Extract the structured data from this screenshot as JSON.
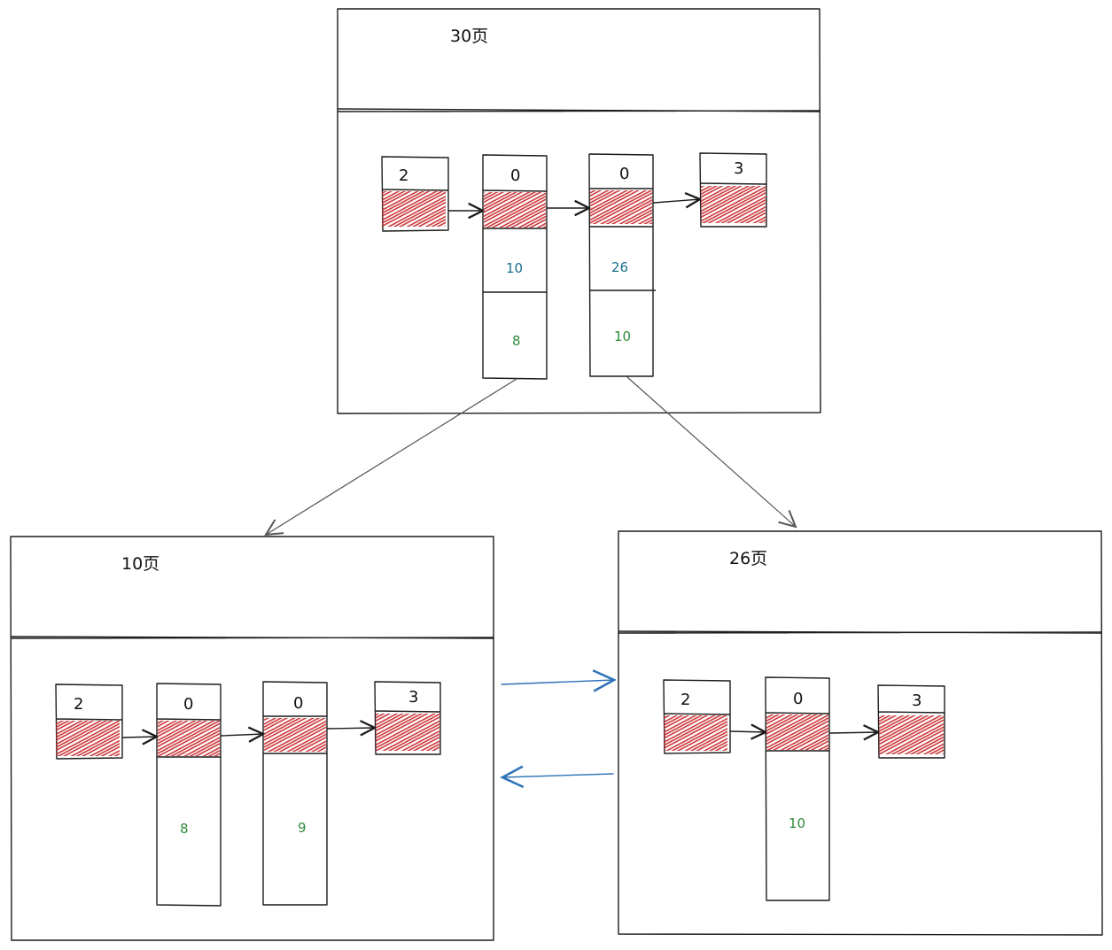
{
  "colors": {
    "outline": "#1c1c1c",
    "scribble": "#c8272b",
    "teal_value": "#1a6f8f",
    "green_value": "#2f8a3a",
    "child_arrow": "#555555",
    "sibling_arrow": "#2f73b8"
  },
  "pages": {
    "root": {
      "title": "30页",
      "records": {
        "infimum": {
          "header": "2"
        },
        "rec1": {
          "header": "0",
          "key": "10",
          "child": "8"
        },
        "rec2": {
          "header": "0",
          "key": "26",
          "child": "10"
        },
        "supremum": {
          "header": "3"
        }
      }
    },
    "left": {
      "title": "10页",
      "records": {
        "infimum": {
          "header": "2"
        },
        "rec1": {
          "header": "0",
          "value": "8"
        },
        "rec2": {
          "header": "0",
          "value": "9"
        },
        "supremum": {
          "header": "3"
        }
      }
    },
    "right": {
      "title": "26页",
      "records": {
        "infimum": {
          "header": "2"
        },
        "rec1": {
          "header": "0",
          "value": "10"
        },
        "supremum": {
          "header": "3"
        }
      }
    }
  }
}
